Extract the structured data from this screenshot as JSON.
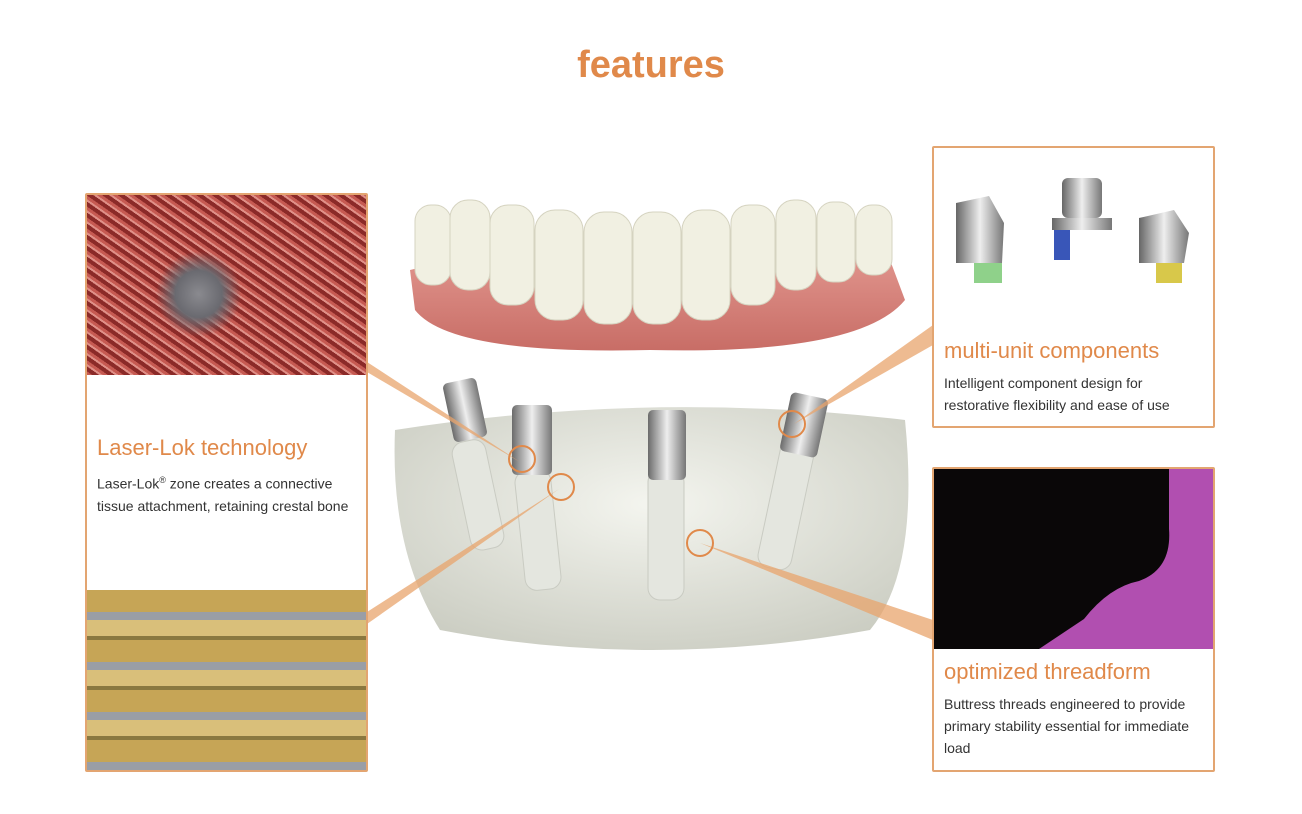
{
  "title": "features",
  "cards": {
    "laser_lok": {
      "heading": "Laser-Lok technology",
      "body_prefix": "Laser-Lok",
      "reg": "®",
      "body_suffix": " zone creates a connective tissue attachment, retaining crestal bone"
    },
    "multi_unit": {
      "heading": "multi-unit components",
      "body": "Intelligent component design for restorative flexibility and ease of use"
    },
    "threadform": {
      "heading": "optimized threadform",
      "body": "Buttress threads engineered to provide primary stability essential for immediate load"
    }
  },
  "colors": {
    "accent": "#e0894a",
    "border": "#e3a571"
  }
}
